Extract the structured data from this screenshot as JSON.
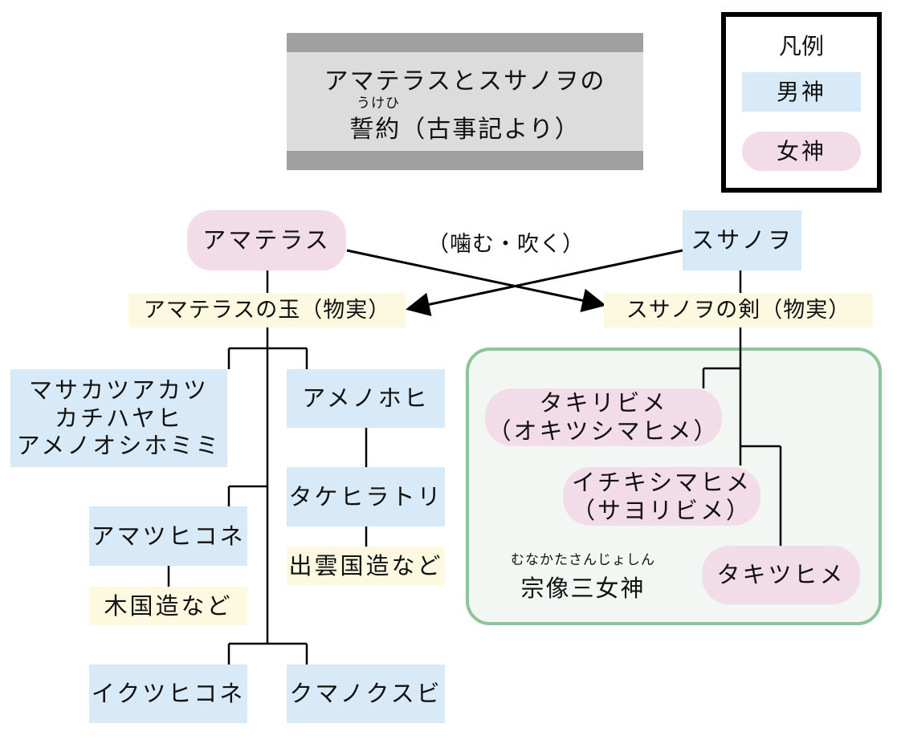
{
  "title": {
    "line1": "アマテラスとスサノヲの",
    "ruby": "うけひ",
    "line2": "誓約（古事記より）"
  },
  "legend": {
    "title": "凡例",
    "male_label": "男神",
    "female_label": "女神",
    "colors": {
      "male": "#d8eaf7",
      "female": "#f2dce8",
      "item": "#fdf9e0",
      "group_border": "#8fc49a"
    }
  },
  "parents": {
    "amaterasu": "アマテラス",
    "susanowo": "スサノヲ",
    "action_label": "（噛む・吹く）"
  },
  "items": {
    "amaterasu_jewel": "アマテラスの玉（物実）",
    "susanowo_sword": "スサノヲの剣（物実）"
  },
  "male_gods": {
    "masakatsu": [
      "マサカツアカツ",
      "カチハヤヒ",
      "アメノオシホミミ"
    ],
    "amenohohi": "アメノホヒ",
    "takehiratori": "タケヒラトリ",
    "izumo": "出雲国造など",
    "amatsuhikone": "アマツヒコネ",
    "ki_kuni": "木国造など",
    "ikutsuhikone": "イクツヒコネ",
    "kumanokusubi": "クマノクスビ"
  },
  "female_gods": {
    "group_ruby": "むなかたさんじょしん",
    "group_label": "宗像三女神",
    "takiribime": [
      "タキリビメ",
      "（オキツシマヒメ）"
    ],
    "ichikishimahime": [
      "イチキシマヒメ",
      "（サヨリビメ）"
    ],
    "takitsuhime": "タキツヒメ"
  }
}
